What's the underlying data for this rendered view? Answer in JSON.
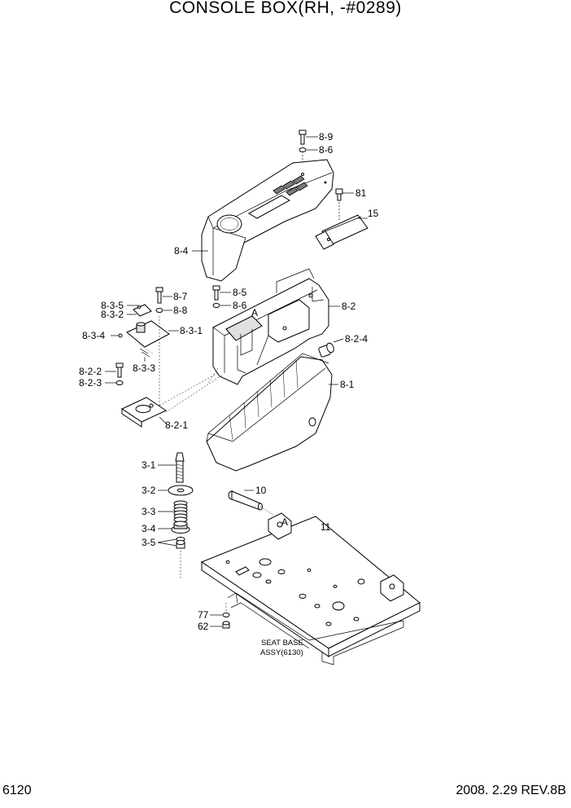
{
  "title": "CONSOLE BOX(RH, -#0289)",
  "footer": {
    "page_number": "6120",
    "revision": "2008. 2.29  REV.8B"
  },
  "labels": {
    "l_8_9": "8-9",
    "l_8_6_top": "8-6",
    "l_81": "81",
    "l_15": "15",
    "l_8_4": "8-4",
    "l_8_7": "8-7",
    "l_8_8": "8-8",
    "l_8_3_5": "8-3-5",
    "l_8_3_2": "8-3-2",
    "l_8_3_4": "8-3-4",
    "l_8_3_1": "8-3-1",
    "l_8_3_3": "8-3-3",
    "l_8_5": "8-5",
    "l_8_6_mid": "8-6",
    "l_8_2": "8-2",
    "l_8_2_4": "8-2-4",
    "l_8_1": "8-1",
    "l_8_2_2": "8-2-2",
    "l_8_2_3": "8-2-3",
    "l_8_2_1": "8-2-1",
    "l_3_1": "3-1",
    "l_3_2": "3-2",
    "l_3_3": "3-3",
    "l_3_4": "3-4",
    "l_3_5": "3-5",
    "l_10": "10",
    "l_11": "11",
    "l_77": "77",
    "l_62": "62",
    "l_a_upper": "A",
    "l_a_lower": "A",
    "seat_base_line1": "SEAT BASE",
    "seat_base_line2": "ASSY(6130)"
  }
}
